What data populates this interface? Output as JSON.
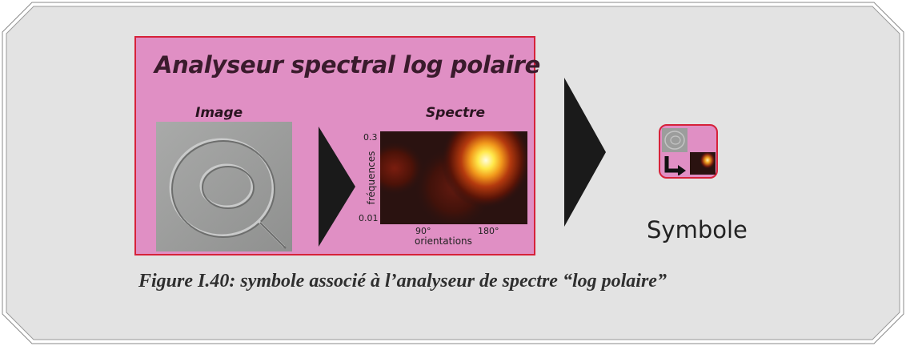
{
  "panel": {
    "title": "Analyseur spectral log polaire",
    "image_label": "Image",
    "spectrum_label": "Spectre"
  },
  "spectrum": {
    "y_ticks": [
      "0.3",
      "0.01"
    ],
    "x_ticks": [
      "90°",
      "180°"
    ],
    "ylabel": "fréquences",
    "xlabel": "orientations"
  },
  "symbol": {
    "label": "Symbole"
  },
  "caption": "Figure I.40: symbole associé à l’analyseur de spectre “log polaire”",
  "colors": {
    "background": "#e3e3e3",
    "panel_fill": "#e08fc4",
    "panel_border": "#d6223a",
    "arrow": "#1a1a1a"
  }
}
